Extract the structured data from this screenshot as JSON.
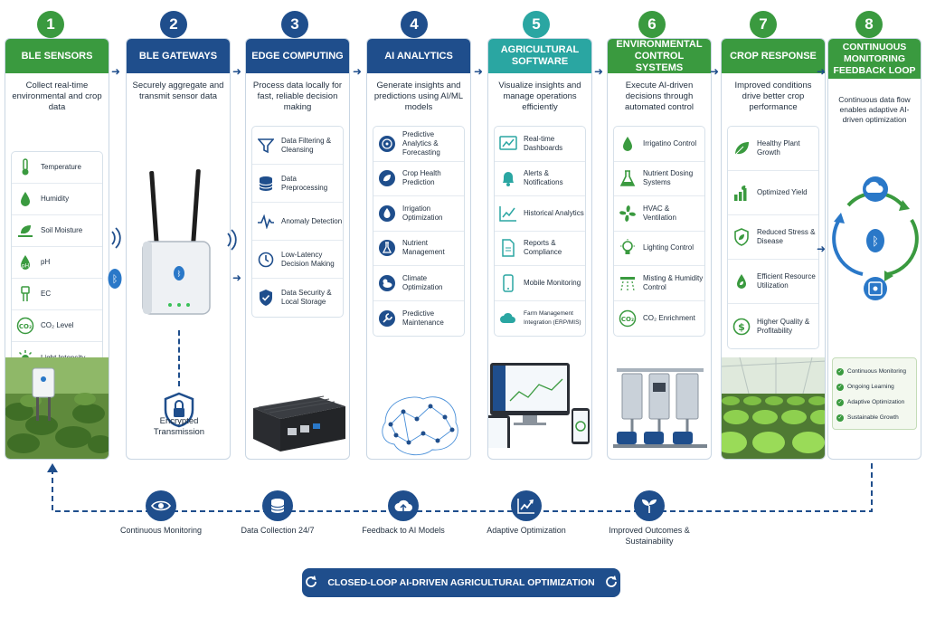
{
  "colors": {
    "primary": "#1f4e8c",
    "green": "#3a9a3f",
    "teal": "#2aa6a2",
    "white": "#ffffff"
  },
  "steps": [
    {
      "number": "1",
      "title": "BLE SENSORS",
      "description": "Collect real-time environmental and crop data",
      "items": [
        "Temperature",
        "Humidity",
        "Soil Moisture",
        "pH",
        "EC",
        "CO₂ Level",
        "Light Intensity"
      ]
    },
    {
      "number": "2",
      "title": "BLE GATEWAYS",
      "description": "Securely aggregate and transmit sensor data",
      "caption": "Encrypted Transmission"
    },
    {
      "number": "3",
      "title": "EDGE COMPUTING",
      "description": "Process data locally for fast, reliable decision making",
      "items": [
        "Data Filtering & Cleansing",
        "Data Preprocessing",
        "Anomaly Detection",
        "Low-Latency Decision Making",
        "Data Security & Local Storage"
      ]
    },
    {
      "number": "4",
      "title": "AI ANALYTICS",
      "description": "Generate insights and predictions using AI/ML models",
      "items": [
        "Predictive Analytics & Forecasting",
        "Crop Health Prediction",
        "Irrigation Optimization",
        "Nutrient Management",
        "Climate Optimization",
        "Predictive Maintenance"
      ]
    },
    {
      "number": "5",
      "title": "AGRICULTURAL SOFTWARE",
      "description": "Visualize insights and manage operations efficiently",
      "items": [
        "Real-time Dashboards",
        "Alerts & Notifications",
        "Historical Analytics",
        "Reports & Compliance",
        "Mobile Monitoring",
        "Farm Management Integration (ERP/MIS)"
      ]
    },
    {
      "number": "6",
      "title": "ENVIRONMENTAL CONTROL SYSTEMS",
      "description": "Execute AI-driven decisions through automated control",
      "items": [
        "Irrigatino Control",
        "Nutrient Dosing Systems",
        "HVAC & Ventilation",
        "Lighting Control",
        "Misting & Humidity Control",
        "CO₂ Enrichment"
      ]
    },
    {
      "number": "7",
      "title": "CROP RESPONSE",
      "description": "Improved conditions drive better crop performance",
      "items": [
        "Healthy Plant Growth",
        "Optimized Yield",
        "Reduced Stress & Disease",
        "Efficient Resource Utilization",
        "Higher Quality & Profitability"
      ]
    },
    {
      "number": "8",
      "title": "CONTINUOUS MONITORING FEEDBACK LOOP",
      "description": "Continuous data flow enables adaptive AI-driven optimization",
      "items": [
        "Continuous Monitoring",
        "Ongoing Learning",
        "Adaptive Optimization",
        "Sustainable Growth"
      ]
    }
  ],
  "feedback": [
    {
      "label": "Continuous Monitoring",
      "icon": "eye-icon"
    },
    {
      "label": "Data Collection 24/7",
      "icon": "database-icon"
    },
    {
      "label": "Feedback to AI Models",
      "icon": "cloud-upload-icon"
    },
    {
      "label": "Adaptive Optimization",
      "icon": "chart-up-icon"
    },
    {
      "label": "Improved Outcomes & Sustainability",
      "icon": "sprout-icon"
    }
  ],
  "banner": "CLOSED-LOOP AI-DRIVEN AGRICULTURAL OPTIMIZATION"
}
